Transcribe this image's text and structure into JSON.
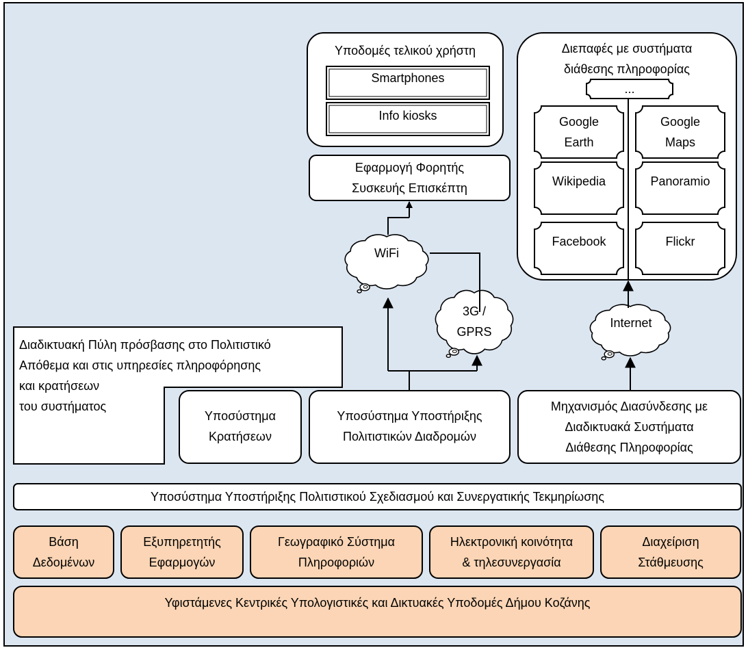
{
  "end_user": {
    "title": "Υποδομές τελικού χρήστη",
    "smartphones": "Smartphones",
    "kiosks": "Info kiosks"
  },
  "interfaces": {
    "title": "Διεπαφές με συστήματα\nδιάθεσης πληροφορίας",
    "more": "...",
    "google_earth": "Google\nEarth",
    "google_maps": "Google\nMaps",
    "wikipedia": "Wikipedia",
    "panoramio": "Panoramio",
    "facebook": "Facebook",
    "flickr": "Flickr"
  },
  "visitor_app": "Εφαρμογή Φορητής\nΣυσκευής Επισκέπτη",
  "networks": {
    "wifi": "WiFi",
    "mobile": "3G /\nGPRS",
    "internet": "Internet"
  },
  "portal": "Διαδικτυακή Πύλη πρόσβασης στο Πολιτιστικό\nΑπόθεμα και στις υπηρεσίες πληροφόρησης\nκαι κρατήσεων\nτου συστήματος",
  "subsystems": {
    "reservations": "Υποσύστημα\nΚρατήσεων",
    "routes": "Υποσύστημα Υποστήριξης\nΠολιτιστικών Διαδρομών",
    "interconnect": "Μηχανισμός Διασύνδεσης με\nΔιαδικτυακά Συστήματα\nΔιάθεσης Πληροφορίας"
  },
  "planning": "Υποσύστημα Υποστήριξης Πολιτιστικού Σχεδιασμού και Συνεργατικής Τεκμηρίωσης",
  "components": {
    "database": "Βάση\nΔεδομένων",
    "app_server": "Εξυπηρετητής\nΕφαρμογών",
    "gis": "Γεωγραφικό Σύστημα\nΠληροφοριών",
    "ecommunity": "Ηλεκτρονική κοινότητα\n& τηλεσυνεργασία",
    "parking": "Διαχείριση\nΣτάθμευσης"
  },
  "infrastructure": "Υφιστάμενες Κεντρικές Υπολογιστικές και Δικτυακές Υποδομές Δήμου Κοζάνης",
  "colors": {
    "background": "#dce6f1",
    "box": "#ffffff",
    "orange": "#fbd5b5",
    "stroke": "#000000"
  }
}
